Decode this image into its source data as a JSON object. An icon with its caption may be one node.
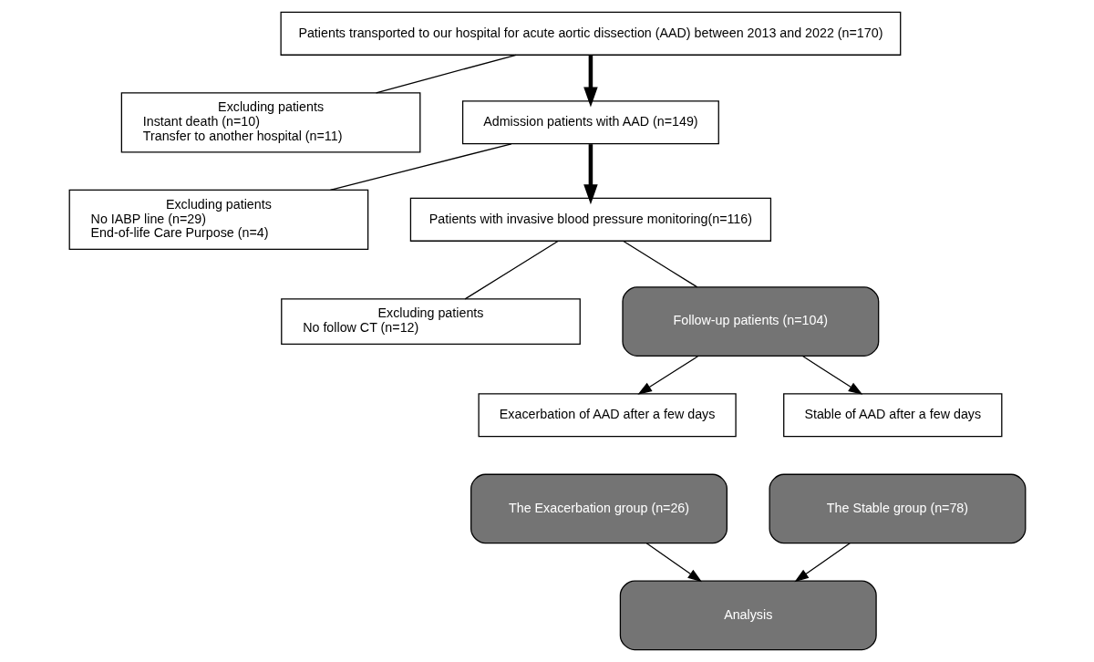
{
  "diagram": {
    "nodes": [
      {
        "text": [
          "Patients transported to our hospital for acute aortic dissection (AAD) between 2013 and 2022 (n=170)"
        ]
      },
      {
        "text": [
          "Excluding patients",
          "Instant death (n=10)",
          "Transfer to another hospital (n=11)"
        ]
      },
      {
        "text": [
          "Admission patients with AAD (n=149)"
        ]
      },
      {
        "text": [
          "Excluding patients",
          "No IABP line (n=29)",
          "End-of-life Care Purpose (n=4)"
        ]
      },
      {
        "text": [
          "Patients with invasive blood pressure monitoring(n=116)"
        ]
      },
      {
        "text": [
          "Excluding patients",
          "No follow CT (n=12)"
        ]
      },
      {
        "text": [
          "Follow-up patients (n=104)"
        ]
      },
      {
        "text": [
          "Exacerbation of AAD after a few days"
        ]
      },
      {
        "text": [
          "The Exacerbation group (n=26)"
        ]
      },
      {
        "text": [
          "Stable of AAD after a few days"
        ]
      },
      {
        "text": [
          "The Stable group (n=78)"
        ]
      },
      {
        "text": [
          "Analysis"
        ]
      }
    ],
    "edges": [
      {
        "from": 0,
        "to": 2,
        "arrow": "to",
        "style": "thick"
      },
      {
        "from": 0,
        "to": 1,
        "arrow": "none"
      },
      {
        "from": 2,
        "to": 4,
        "arrow": "to",
        "style": "thick"
      },
      {
        "from": 2,
        "to": 3,
        "arrow": "none"
      },
      {
        "from": 4,
        "to": 6,
        "arrow": "none"
      },
      {
        "from": 4,
        "to": 5,
        "arrow": "none"
      },
      {
        "from": 6,
        "to": 7,
        "arrow": "to"
      },
      {
        "from": 6,
        "to": 9,
        "arrow": "to"
      },
      {
        "from": 8,
        "to": 11,
        "arrow": "to"
      },
      {
        "from": 10,
        "to": 11,
        "arrow": "to"
      }
    ]
  }
}
